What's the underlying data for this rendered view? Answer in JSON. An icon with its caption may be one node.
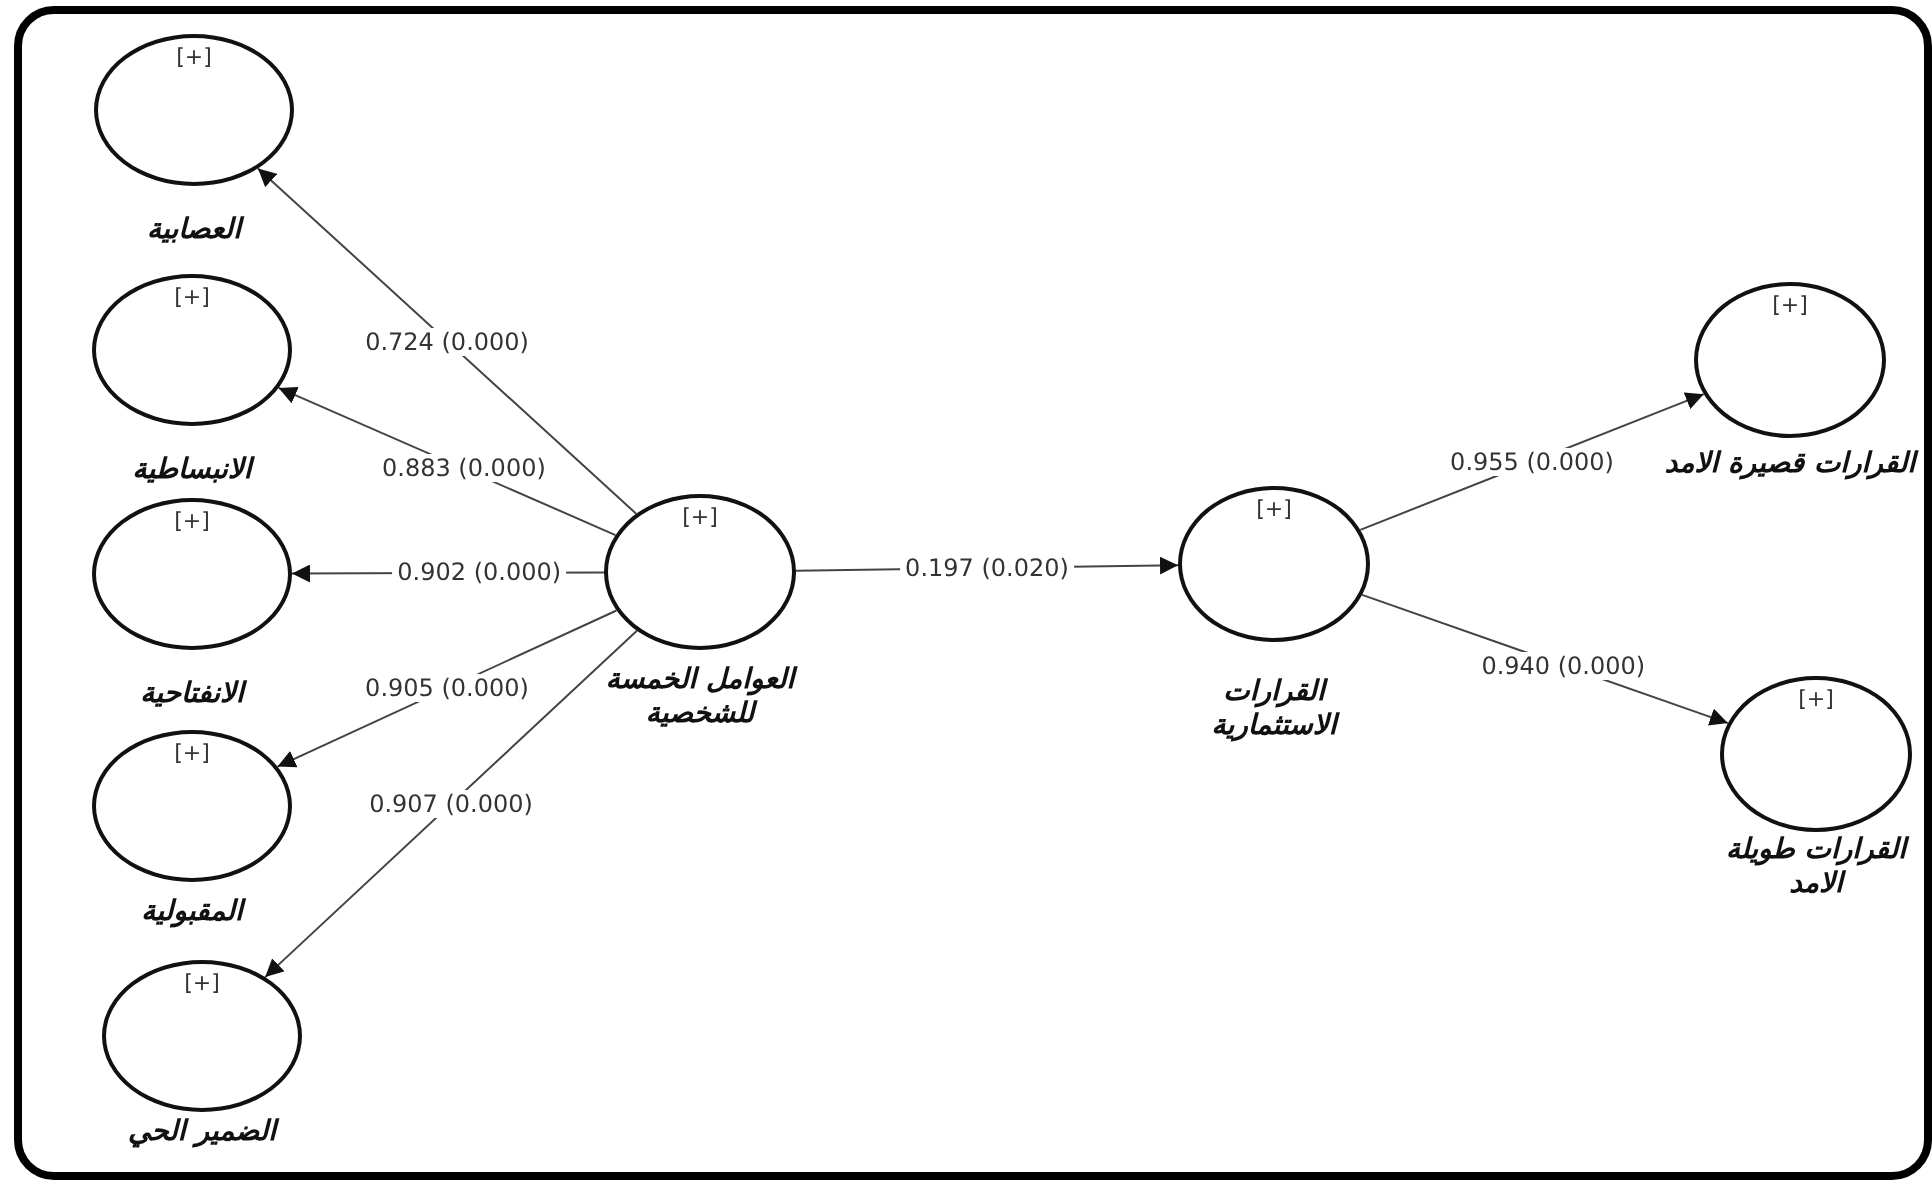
{
  "diagram": {
    "nodes": [
      {
        "text": [
          "[+]",
          "العصابية"
        ]
      },
      {
        "text": [
          "[+]",
          "الانبساطية"
        ]
      },
      {
        "text": [
          "[+]",
          "الانفتاحية"
        ]
      },
      {
        "text": [
          "[+]",
          "المقبولية"
        ]
      },
      {
        "text": [
          "[+]",
          "الضمير الحي"
        ]
      },
      {
        "text": [
          "[+]",
          "العوامل الخمسة للشخصية"
        ]
      },
      {
        "text": [
          "[+]",
          "القرارات الاستثمارية"
        ]
      },
      {
        "text": [
          "[+]",
          "القرارات قصيرة الامد"
        ]
      },
      {
        "text": [
          "[+]",
          "القرارات طويلة الامد"
        ]
      }
    ],
    "edges": [
      {
        "from": 5,
        "to": 0,
        "arrow": "to",
        "label": "0.724 (0.000)"
      },
      {
        "from": 5,
        "to": 1,
        "arrow": "to",
        "label": "0.883 (0.000)"
      },
      {
        "from": 5,
        "to": 2,
        "arrow": "to",
        "label": "0.902 (0.000)"
      },
      {
        "from": 5,
        "to": 3,
        "arrow": "to",
        "label": "0.905 (0.000)"
      },
      {
        "from": 5,
        "to": 4,
        "arrow": "to",
        "label": "0.907 (0.000)"
      },
      {
        "from": 5,
        "to": 6,
        "arrow": "to",
        "label": "0.197 (0.020)"
      },
      {
        "from": 6,
        "to": 7,
        "arrow": "to",
        "label": "0.955 (0.000)"
      },
      {
        "from": 6,
        "to": 8,
        "arrow": "to",
        "label": "0.940 (0.000)"
      }
    ]
  }
}
